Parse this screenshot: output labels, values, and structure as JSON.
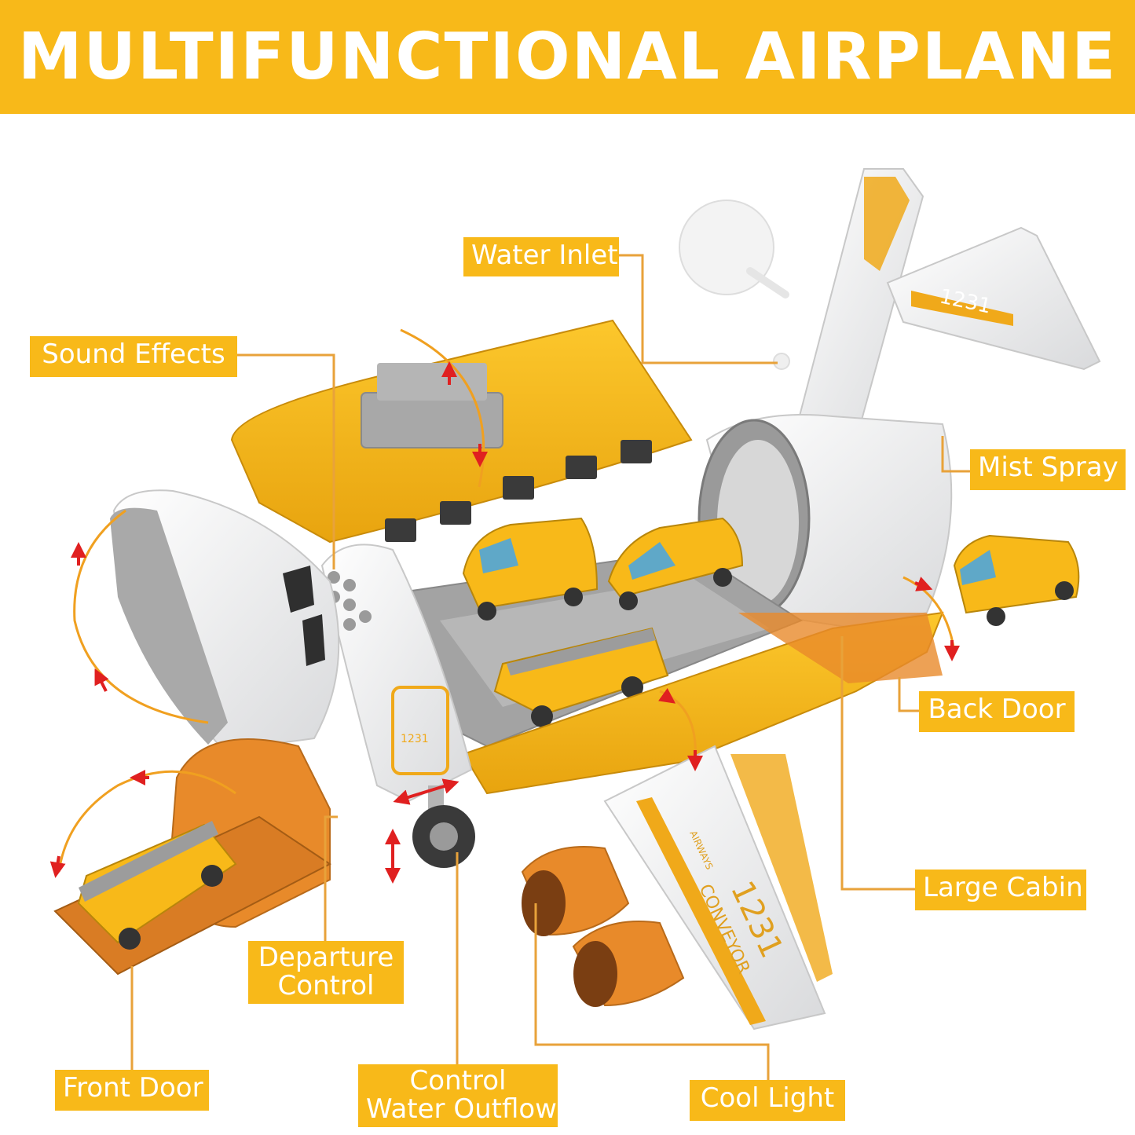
{
  "banner": {
    "title": "MULTIFUNCTIONAL AIRPLANE",
    "color": "#f8b919"
  },
  "labels": {
    "water_inlet": "Water Inlet",
    "sound_effects": "Sound Effects",
    "mist_spray": "Mist Spray",
    "back_door": "Back Door",
    "large_cabin": "Large Cabin",
    "departure_control": [
      "Departure",
      "Control"
    ],
    "front_door": "Front Door",
    "control_water_outflow": [
      "Control",
      "Water Outflow"
    ],
    "cool_light": "Cool Light"
  },
  "product_markings": {
    "tail_number": "1231",
    "wing_number": "1231",
    "wing_text": "CONVEYOR",
    "wing_text_small": "AIRWAYS",
    "door_number": "1231"
  },
  "colors": {
    "accent": "#f8b919",
    "orange": "#e88a2a",
    "leader_line": "#e8a23a",
    "arrow_red": "#e02020"
  }
}
